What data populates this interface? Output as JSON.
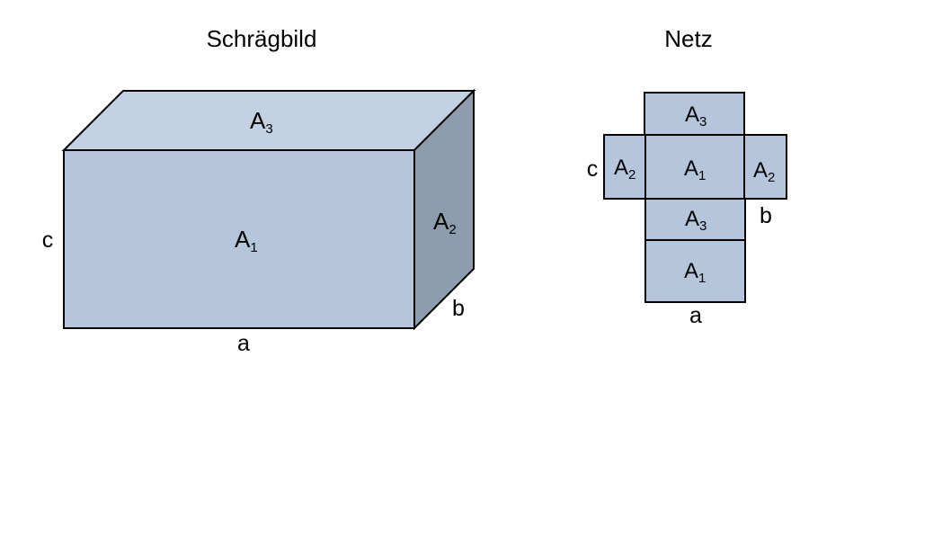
{
  "colors": {
    "front": "#b4c5dc",
    "top": "#c3d2e3",
    "side": "#8d9dae",
    "net": "#b4c5dc",
    "stroke": "#000000"
  },
  "schraegbild": {
    "title": "Schrägbild",
    "faces": {
      "front": {
        "base": "A",
        "sub": "1"
      },
      "top": {
        "base": "A",
        "sub": "3"
      },
      "side": {
        "base": "A",
        "sub": "2"
      }
    },
    "dims": {
      "a": "a",
      "b": "b",
      "c": "c"
    }
  },
  "netz": {
    "title": "Netz",
    "faces": {
      "top": {
        "base": "A",
        "sub": "3"
      },
      "left": {
        "base": "A",
        "sub": "2"
      },
      "center": {
        "base": "A",
        "sub": "1"
      },
      "right": {
        "base": "A",
        "sub": "2"
      },
      "middle": {
        "base": "A",
        "sub": "3"
      },
      "bottom": {
        "base": "A",
        "sub": "1"
      }
    },
    "dims": {
      "a": "a",
      "b": "b",
      "c": "c"
    }
  }
}
